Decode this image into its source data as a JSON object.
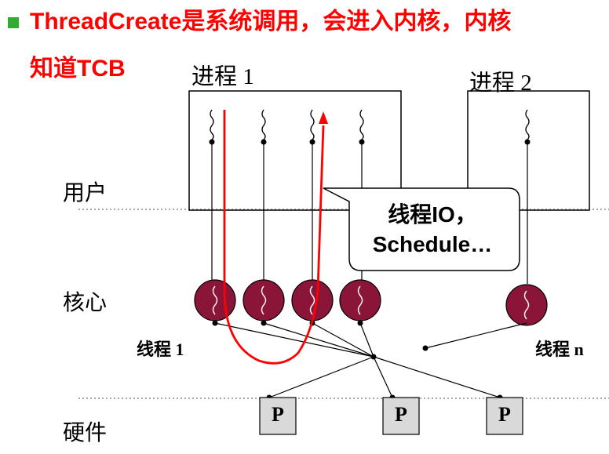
{
  "title": {
    "line1": "ThreadCreate是系统调用，会进入内核，内核",
    "line2": "知道TCB",
    "bullet_icon": "square-bullet-icon",
    "bullet_color": "#33aa33",
    "text_color": "#ff0000"
  },
  "processes": [
    "进程 1",
    "进程 2"
  ],
  "layers": {
    "user": "用户",
    "kernel": "核心",
    "hardware": "硬件"
  },
  "threads": {
    "first": "线程 1",
    "last": "线程 n"
  },
  "callout": {
    "line1": "线程IO，",
    "line2": "Schedule…"
  },
  "processors": [
    "P",
    "P",
    "P"
  ],
  "colors": {
    "kernel_thread_fill": "#8b1538",
    "path_arrow": "#ff0000",
    "processor_fill": "#d9d9d9"
  }
}
